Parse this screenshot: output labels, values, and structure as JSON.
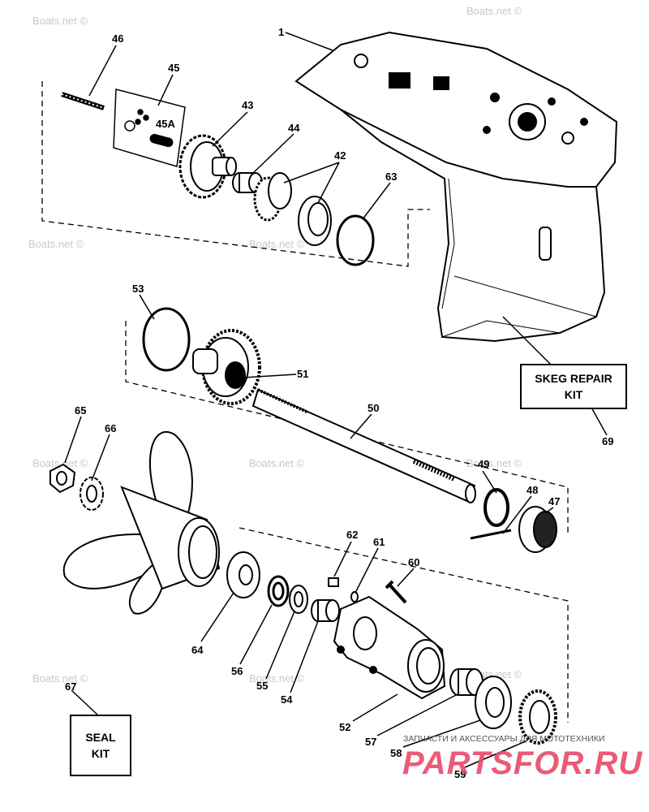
{
  "diagram": {
    "part_labels": {
      "p1": "1",
      "p42": "42",
      "p43": "43",
      "p44": "44",
      "p45": "45",
      "p45a": "45A",
      "p46": "46",
      "p47": "47",
      "p48": "48",
      "p49": "49",
      "p50": "50",
      "p51": "51",
      "p52": "52",
      "p53": "53",
      "p54": "54",
      "p55": "55",
      "p56": "56",
      "p57": "57",
      "p58": "58",
      "p59": "59",
      "p60": "60",
      "p61": "61",
      "p62": "62",
      "p63": "63",
      "p64": "64",
      "p65": "65",
      "p66": "66",
      "p67": "67",
      "p69": "69"
    },
    "kits": {
      "skeg_repair": {
        "line1": "SKEG REPAIR",
        "line2": "KIT"
      },
      "seal": {
        "line1": "SEAL",
        "line2": "KIT"
      }
    },
    "watermark": "Boats.net ©",
    "footer": {
      "note": "ЗАПЧАСТИ И АКСЕССУАРЫ ДЛЯ МОТОТЕХНИКИ",
      "logo": "PARTSFOR.RU"
    }
  }
}
